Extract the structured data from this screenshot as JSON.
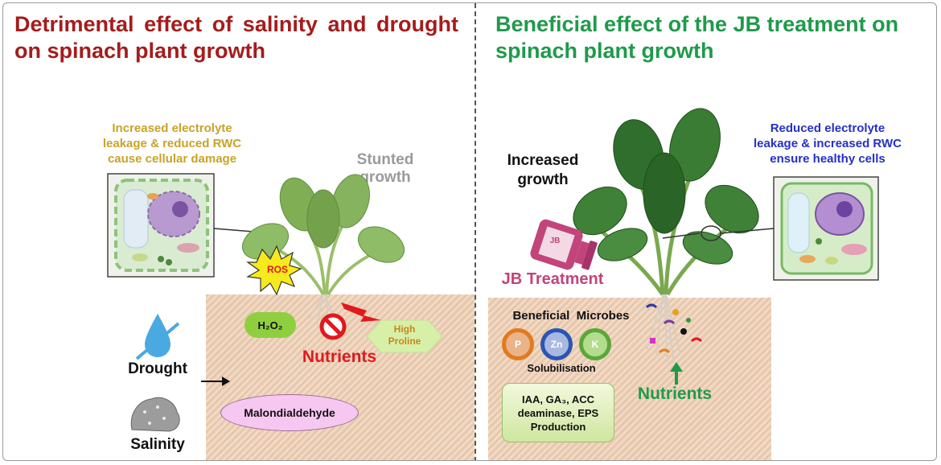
{
  "left_panel": {
    "title": "Detrimental effect of salinity and drought on spinach plant growth",
    "cell_caption": [
      "Increased electrolyte",
      "leakage & reduced RWC",
      "cause cellular damage"
    ],
    "growth_label": [
      "Stunted",
      "growth"
    ],
    "ros": "ROS",
    "h2o2": "H₂O₂",
    "nutrients": "Nutrients",
    "proline": [
      "High",
      "Proline"
    ],
    "drought": "Drought",
    "salinity": "Salinity",
    "malondialdehyde": "Malondialdehyde"
  },
  "right_panel": {
    "title": "Beneficial effect of the JB treatment on spinach plant growth",
    "growth_label": [
      "Increased",
      "growth"
    ],
    "cell_caption": [
      "Reduced electrolyte",
      "leakage & increased RWC",
      "ensure healthy cells"
    ],
    "bottle_label": "JB",
    "jb_treatment": "JB Treatment",
    "beneficial_microbes": "Beneficial  Microbes",
    "circles": [
      "P",
      "Zn",
      "K"
    ],
    "solubilisation": "Solubilisation",
    "production": [
      "IAA, GA₃, ACC",
      "deaminase, EPS",
      "Production"
    ],
    "nutrients": "Nutrients"
  },
  "colors": {
    "left_title": "#a51c1c",
    "right_title": "#1f9a4b",
    "left_caption": "#c9a227",
    "right_caption": "#2430c8",
    "nutrients_red": "#e0191f",
    "nutrients_green": "#1f9a4b",
    "jb_pink": "#c2447a",
    "soil": "#e7c7ab"
  }
}
